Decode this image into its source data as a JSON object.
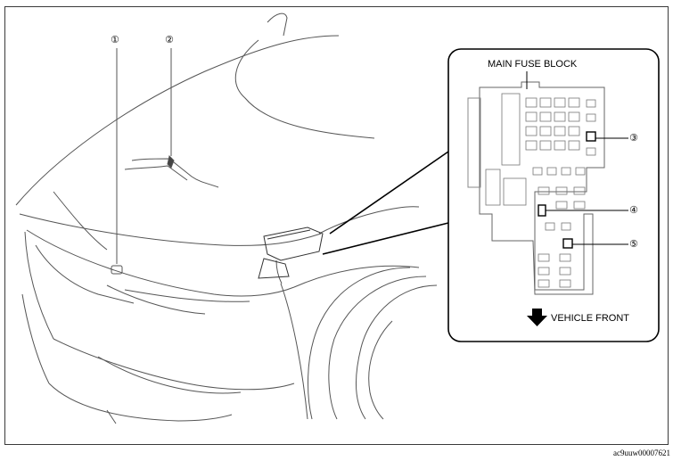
{
  "diagram": {
    "callouts": [
      "①",
      "②",
      "③",
      "④",
      "⑤"
    ],
    "inset_title": "MAIN FUSE BLOCK",
    "direction_label": "VEHICLE FRONT",
    "figure_code": "ac9uuw00007621"
  }
}
